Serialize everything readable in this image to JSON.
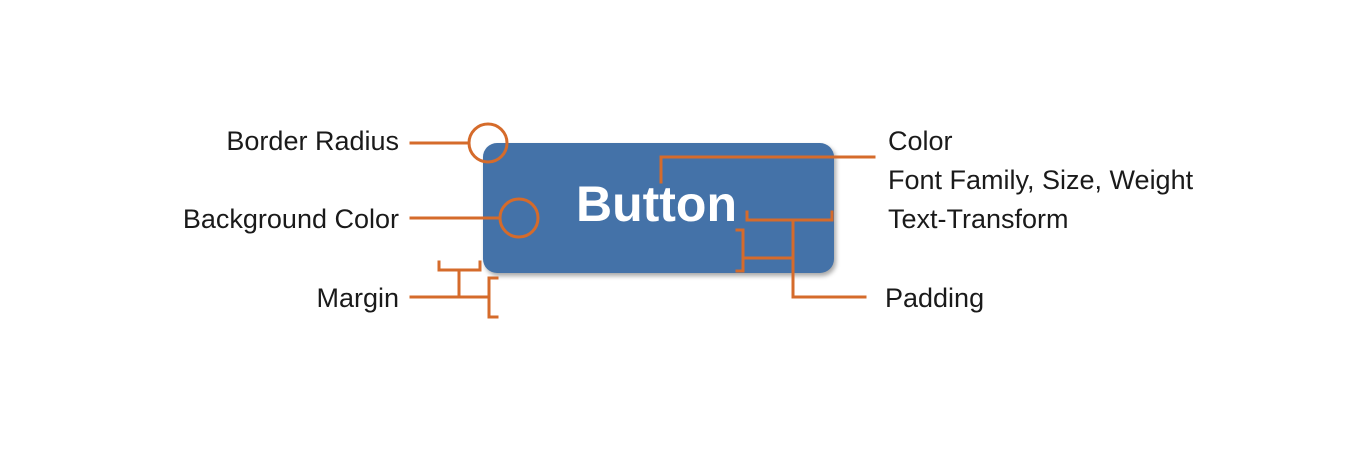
{
  "colors": {
    "button_background": "#4472a8",
    "annotation_line": "#d56b2b",
    "label_text": "#1a1a1a"
  },
  "button": {
    "label": "Button"
  },
  "annotations": {
    "left": {
      "border_radius": "Border Radius",
      "background_color": "Background Color",
      "margin": "Margin"
    },
    "right": {
      "color": "Color",
      "font": "Font Family, Size, Weight",
      "text_transform": "Text-Transform",
      "padding": "Padding"
    }
  }
}
